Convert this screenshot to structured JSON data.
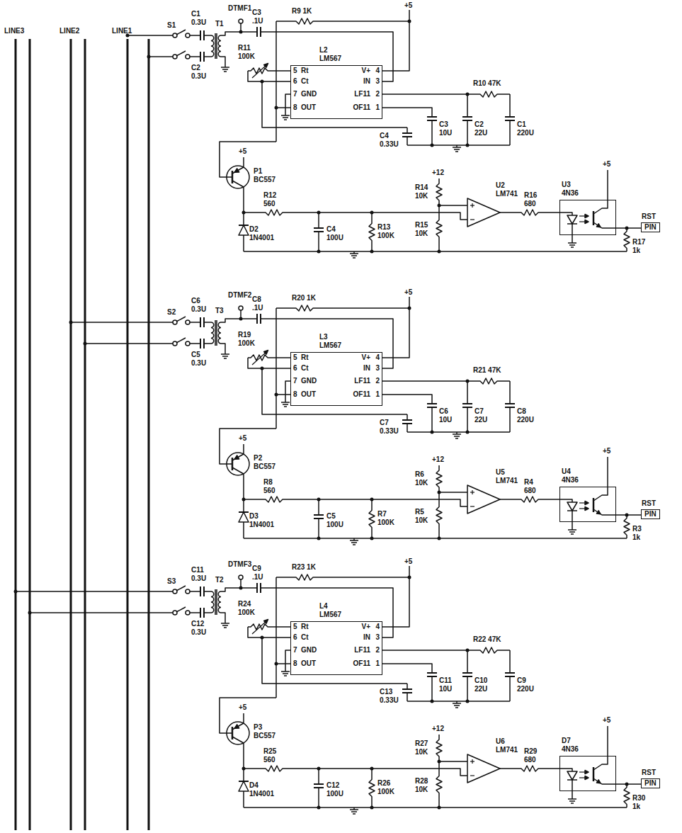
{
  "diagram": {
    "nodes": [
      {
        "text": [
          "L2 LM567",
          "5",
          "Rt",
          "6",
          "Ct",
          "7",
          "GND",
          "8",
          "OUT",
          "4",
          "V+",
          "3",
          "IN",
          "2",
          "LF11",
          "1",
          "OF11"
        ]
      },
      {
        "text": [
          "U3 4N36"
        ]
      },
      {
        "text": [
          "RST",
          "PIN"
        ]
      },
      {
        "text": [
          "L3 LM567",
          "5",
          "Rt",
          "6",
          "Ct",
          "7",
          "GND",
          "8",
          "OUT",
          "4",
          "V+",
          "3",
          "IN",
          "2",
          "LF11",
          "1",
          "OF11"
        ]
      },
      {
        "text": [
          "U4 4N36"
        ]
      },
      {
        "text": [
          "RST",
          "PIN"
        ]
      },
      {
        "text": [
          "L4 LM567",
          "5",
          "Rt",
          "6",
          "Ct",
          "7",
          "GND",
          "8",
          "OUT",
          "4",
          "V+",
          "3",
          "IN",
          "2",
          "LF11",
          "1",
          "OF11"
        ]
      },
      {
        "text": [
          "D7 4N36"
        ]
      },
      {
        "text": [
          "RST",
          "PIN"
        ]
      }
    ],
    "labels": [
      "LINE3",
      "LINE2",
      "LINE1",
      "R9 1K",
      "+5",
      "DTMF1",
      "S1",
      "C1 0.3U",
      "T1",
      "C2 0.3U",
      "C3 .1U",
      "R11 100K",
      "R10 47K",
      "C3 10U",
      "C2 22U",
      "C1 220U",
      "C4 0.33U",
      "+5",
      "P1 BC557",
      "R12 560",
      "+12",
      "R14 10K",
      "U2 LM741",
      "R16 680",
      "+5",
      "R13 100K",
      "R15 10K",
      "D2 1N4001",
      "C4 100U",
      "R17 1k",
      "R20 1K",
      "+5",
      "DTMF2",
      "S2",
      "C6 0.3U",
      "T3",
      "C5 0.3U",
      "C8 .1U",
      "R19 100K",
      "R21 47K",
      "C6 10U",
      "C7 22U",
      "C8 220U",
      "C7 0.33U",
      "+5",
      "P2 BC557",
      "R8 560",
      "+12",
      "R6 10K",
      "U5 LM741",
      "R4 680",
      "+5",
      "R7 100K",
      "R5 10K",
      "D3 1N4001",
      "C5 100U",
      "R3 1k",
      "R23 1K",
      "+5",
      "DTMF3",
      "S3",
      "C11 0.3U",
      "T2",
      "C12 0.3U",
      "C9 .1U",
      "R24 100K",
      "R22 47K",
      "C11 10U",
      "C10 22U",
      "C9 220U",
      "C13 0.33U",
      "+5",
      "P3 BC557",
      "R25 560",
      "+12",
      "R27 10K",
      "U6 LM741",
      "R29 680",
      "+5",
      "R26 100K",
      "R28 10K",
      "D4 1N4001",
      "C12 100U",
      "R30 1k"
    ]
  }
}
